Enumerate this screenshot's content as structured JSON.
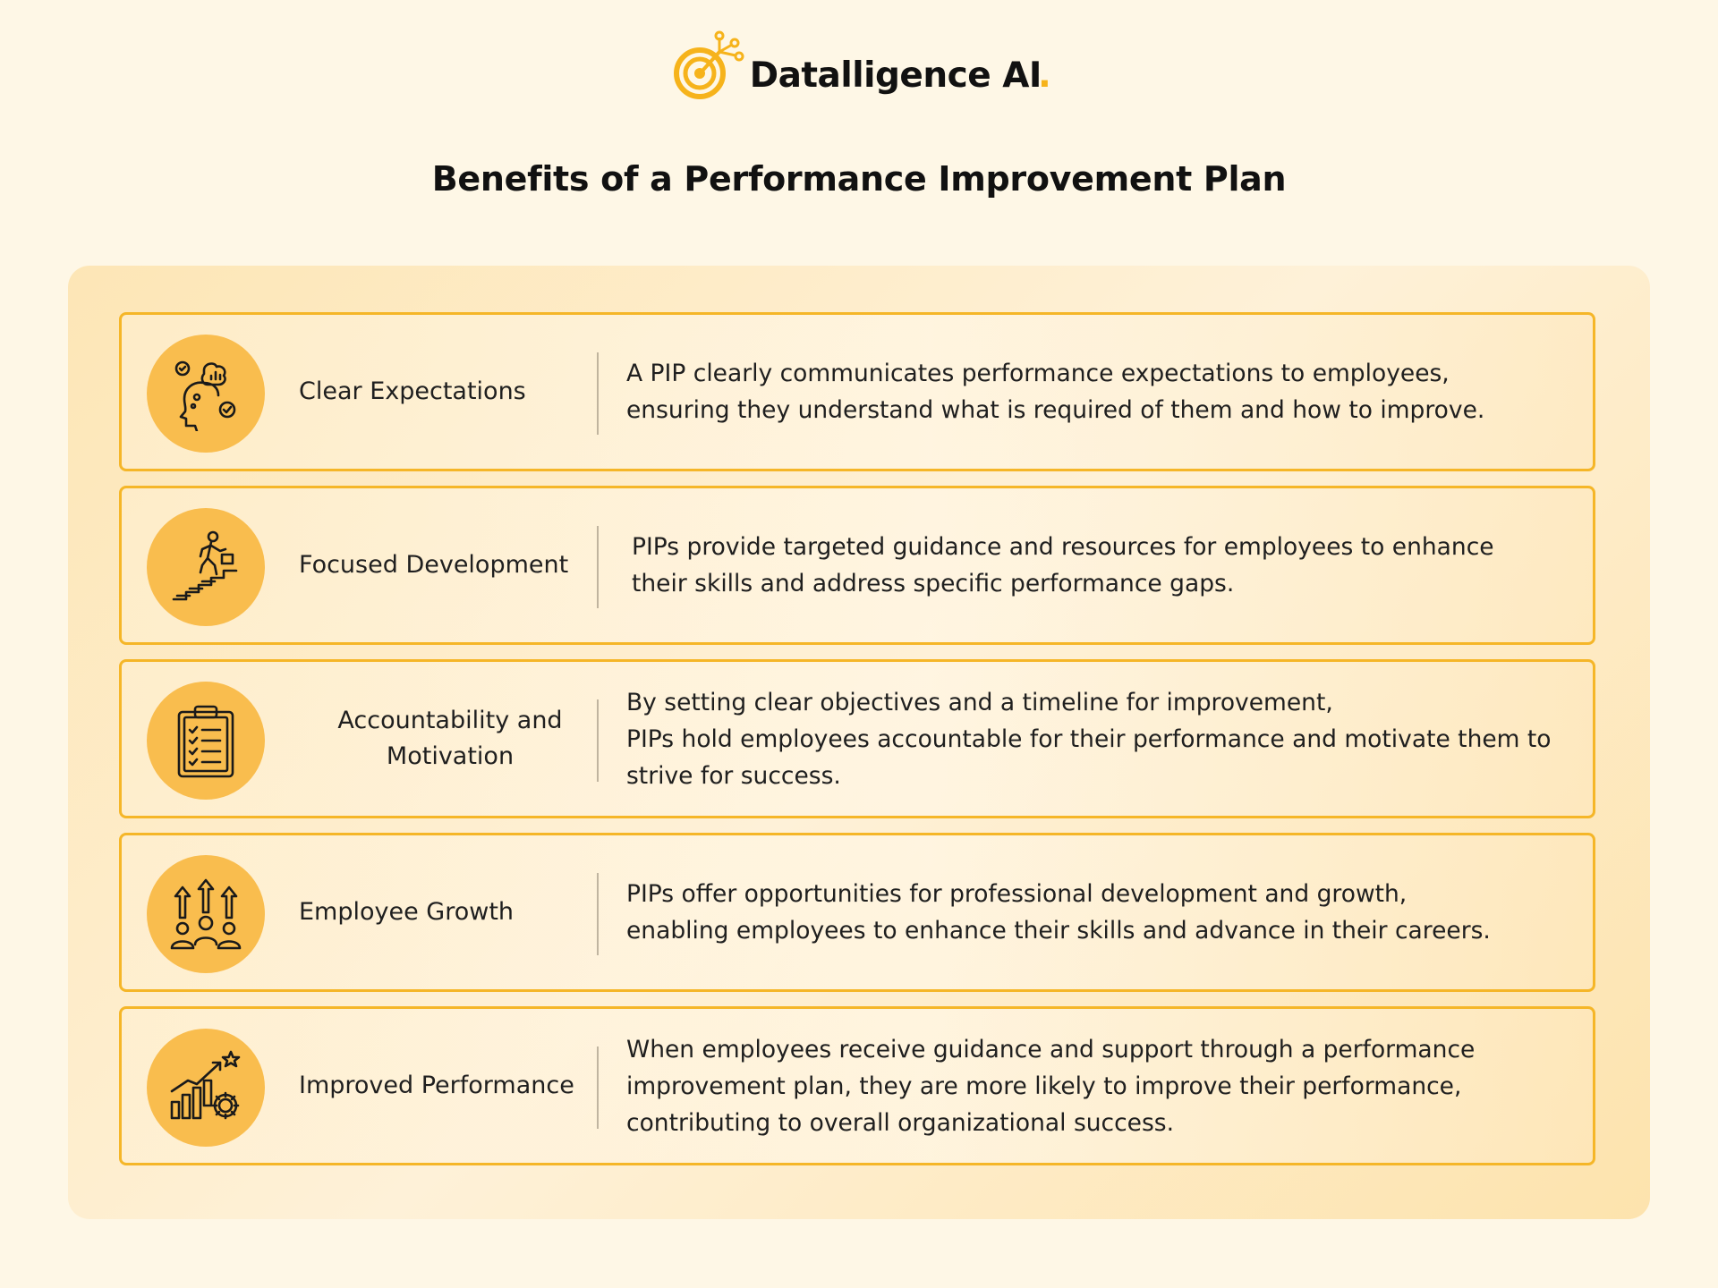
{
  "brand": {
    "name": "Datalligence AI",
    "dot": ".",
    "accent_color": "#f6b31b"
  },
  "title": "Benefits of a Performance Improvement Plan",
  "benefits": [
    {
      "icon": "mind-goals-icon",
      "title_lines": [
        "Clear Expectations"
      ],
      "description_lines": [
        "A PIP clearly communicates performance expectations to employees,",
        "ensuring they understand what is required of them and how to improve."
      ]
    },
    {
      "icon": "stairs-climb-icon",
      "title_lines": [
        "Focused Development"
      ],
      "description_lines": [
        "PIPs provide targeted guidance and resources for employees to enhance",
        "their skills and address specific performance gaps."
      ]
    },
    {
      "icon": "clipboard-checklist-icon",
      "title_lines": [
        "Accountability and",
        "Motivation"
      ],
      "description_lines": [
        "By setting clear objectives and a timeline for improvement,",
        "PIPs hold employees accountable for their performance and motivate them to",
        "strive for success."
      ]
    },
    {
      "icon": "team-growth-icon",
      "title_lines": [
        "Employee Growth"
      ],
      "description_lines": [
        "PIPs offer opportunities for professional development and growth,",
        "enabling employees to enhance their skills and advance in their careers."
      ]
    },
    {
      "icon": "performance-chart-icon",
      "title_lines": [
        "Improved Performance"
      ],
      "description_lines": [
        "When employees receive guidance and support through a performance",
        "improvement plan, they are more likely to improve their performance,",
        "contributing to overall organizational success."
      ]
    }
  ]
}
